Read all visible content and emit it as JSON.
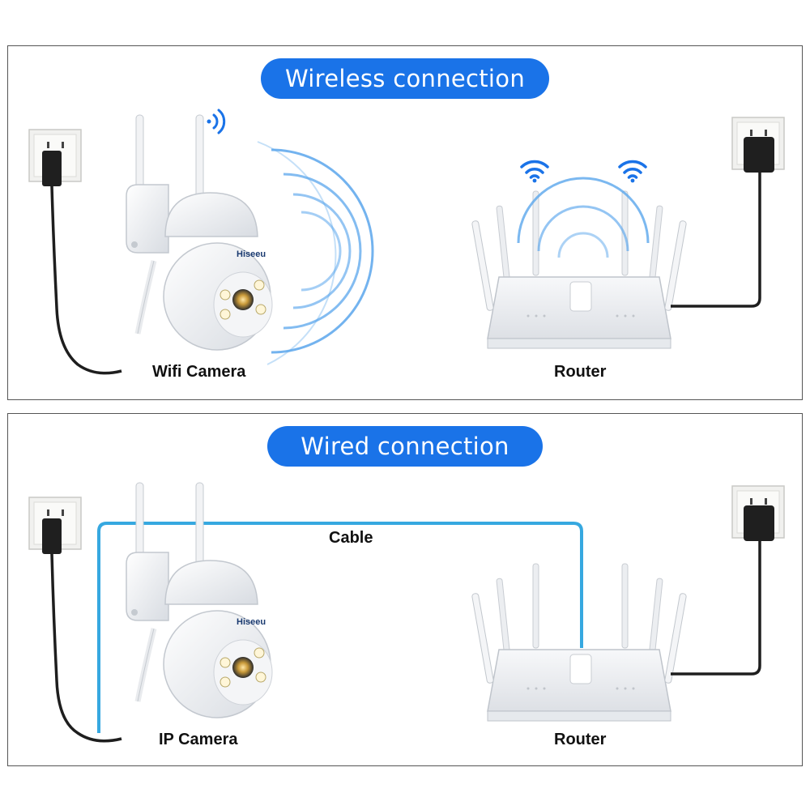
{
  "wireless": {
    "title": "Wireless connection",
    "camera_label": "Wifi Camera",
    "camera_brand": "Hiseeu",
    "router_label": "Router"
  },
  "wired": {
    "title": "Wired connection",
    "camera_label": "IP Camera",
    "camera_brand": "Hiseeu",
    "cable_label": "Cable",
    "router_label": "Router"
  },
  "colors": {
    "accent": "#1a73e8",
    "signal": "#3a8fe0",
    "cable": "#36a8e0",
    "border": "#555555"
  },
  "icons": [
    "wifi-icon",
    "power-outlet-icon",
    "camera-icon",
    "router-icon"
  ]
}
